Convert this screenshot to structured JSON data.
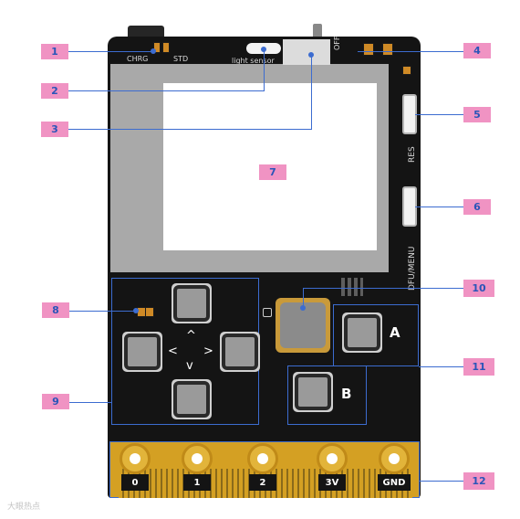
{
  "silkscreen": {
    "chrg": "CHRG",
    "std": "STD",
    "light_sensor": "light sensor",
    "off": "OFF",
    "res": "RES",
    "dfu_menu": "DFU/MENU"
  },
  "dpad_glyphs": {
    "up": "^",
    "down": "v",
    "left": "<",
    "right": ">"
  },
  "buttons": {
    "a": "A",
    "b": "B"
  },
  "pins": [
    "0",
    "1",
    "2",
    "3V",
    "GND"
  ],
  "markers": [
    "1",
    "2",
    "3",
    "4",
    "5",
    "6",
    "7",
    "8",
    "9",
    "10",
    "11",
    "12"
  ],
  "watermark": "大眼热点",
  "colors": {
    "marker_fill": "#f093c3",
    "marker_text": "#2a55b8",
    "leader": "#3c6cd0",
    "gold": "#d4a023",
    "board": "#141414"
  }
}
